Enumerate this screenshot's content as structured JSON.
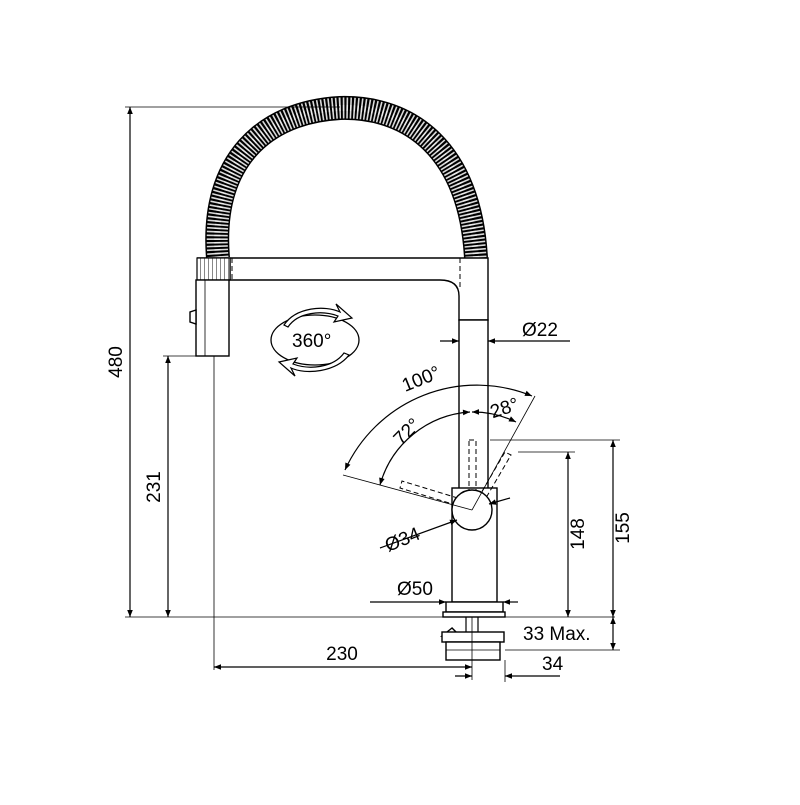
{
  "dimensions": {
    "total_height": "480",
    "spout_height": "231",
    "reach": "230",
    "hose_diameter": "Ø22",
    "handle_diameter": "Ø34",
    "base_diameter": "Ø50",
    "lever_height": "148",
    "body_height": "155",
    "deck_thickness": "33 Max.",
    "shank_width": "34"
  },
  "angles": {
    "rotation": "360°",
    "lever_total": "100°",
    "lever_front": "72°",
    "lever_back": "28°"
  }
}
